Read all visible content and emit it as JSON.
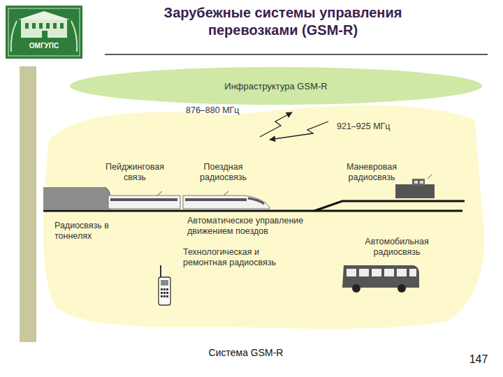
{
  "diagram": {
    "title": "Зарубежные системы управления перевозками (GSM-R)",
    "caption": "Система GSM-R",
    "nodes": [
      {
        "text": [
          "Инфраструктура GSM-R"
        ]
      }
    ],
    "labels": [
      "ОМГУПС",
      "876–880 МГц",
      "921–925 МГц",
      "Пейджинговая связь",
      "Поездная радиосвязь",
      "Маневровая радиосвязь",
      "Радиосвязь в тоннелях",
      "Автоматическое управление движением поездов",
      "Технологическая и ремонтная радиосвязь",
      "Автомобильная радиосвязь",
      "147"
    ]
  }
}
